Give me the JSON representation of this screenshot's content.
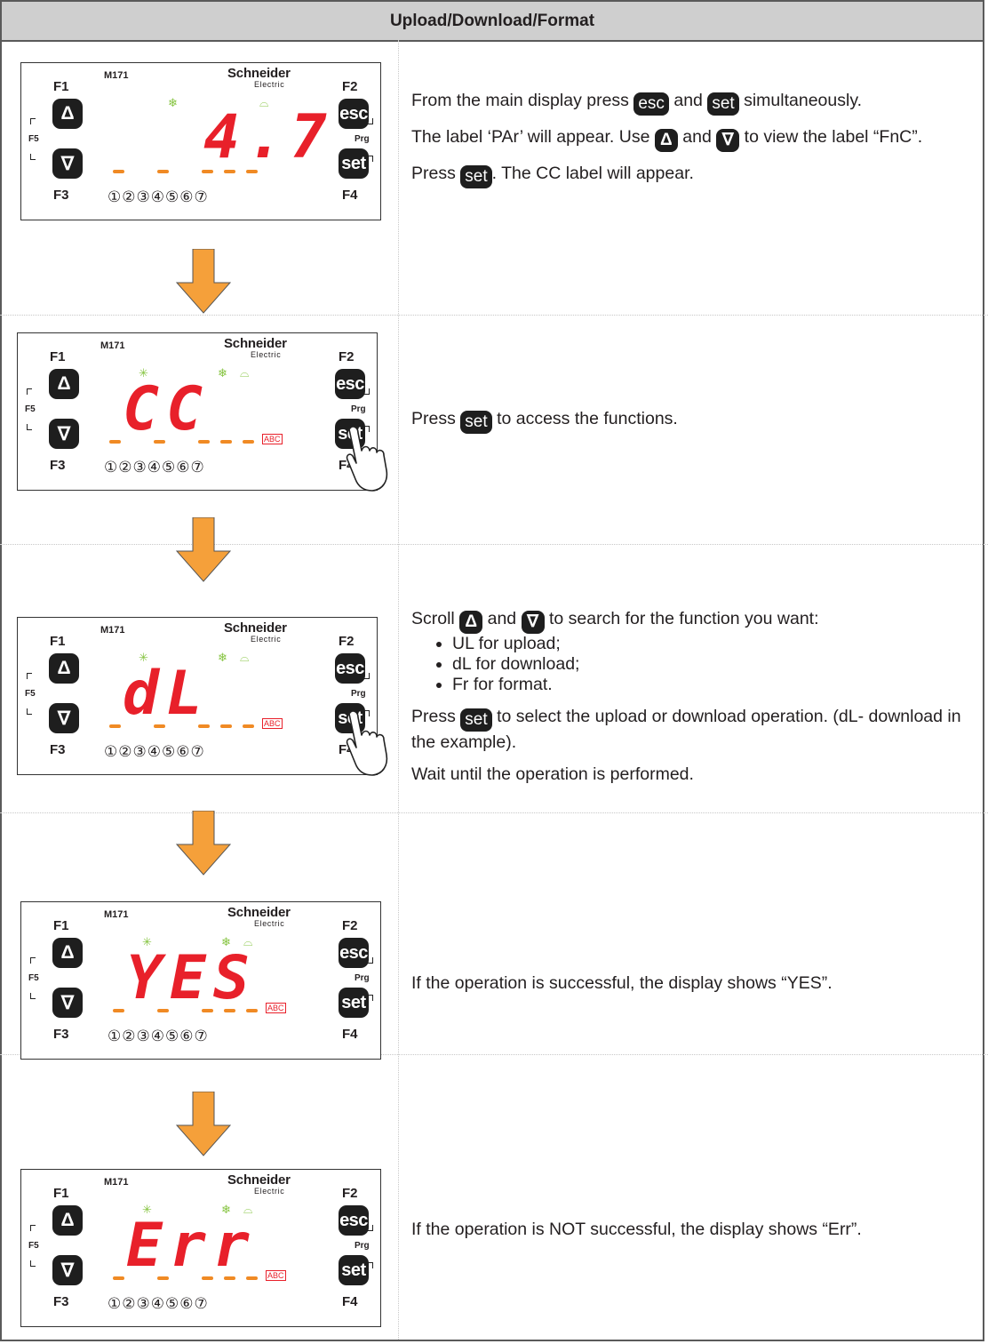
{
  "header": {
    "title": "Upload/Download/Format"
  },
  "device": {
    "model": "M171",
    "brand": "Schneider",
    "brand_sub": "Electric",
    "labels": {
      "f1": "F1",
      "f2": "F2",
      "f3": "F3",
      "f4": "F4",
      "f5": "F5",
      "prg": "Prg"
    },
    "keys": {
      "up": "Δ",
      "down": "∇",
      "esc": "esc",
      "set": "set"
    },
    "indicators": "①②③④⑤⑥⑦",
    "abc": "ABC"
  },
  "steps": [
    {
      "display": "4.7"
    },
    {
      "display": "CC"
    },
    {
      "display": "dL"
    },
    {
      "display": "YES"
    },
    {
      "display": "Err"
    }
  ],
  "text": {
    "s1_line1_a": "From the main display press",
    "s1_line1_b": "and",
    "s1_line1_c": "simultaneously.",
    "s1_line2_a": "The label ‘PAr’ will appear. Use",
    "s1_line2_b": "and",
    "s1_line2_c": "to view the label “FnC”.",
    "s1_line3_a": "Press",
    "s1_line3_b": ". The CC label will appear.",
    "s2_a": "Press",
    "s2_b": "to access the functions.",
    "s3_line1_a": "Scroll",
    "s3_line1_b": "and",
    "s3_line1_c": "to search for the function you want:",
    "s3_bullets": [
      "UL for upload;",
      "dL for download;",
      "Fr for format."
    ],
    "s3_line2_a": "Press",
    "s3_line2_b": "to select the upload or download operation. (dL- download in the example).",
    "s3_line3": "Wait until the operation is performed.",
    "s4": "If the operation is successful, the display shows “YES”.",
    "s5": "If the operation is NOT successful, the display shows “Err”."
  },
  "colors": {
    "accent_arrow": "#f5a03a",
    "segment_red": "#e8202a",
    "led_green": "#86c441",
    "dash_orange": "#f08a24"
  }
}
